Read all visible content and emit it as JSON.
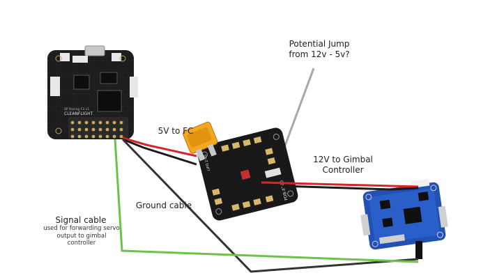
{
  "labels": {
    "potential_jump": "Potential Jump\nfrom 12v - 5v?",
    "fc_power": "5V to FC",
    "gimbal_power": "12V to Gimbal\nController",
    "ground": "Ground cable",
    "signal_title": "Signal cable",
    "signal_note": "used for forwarding servo\noutput to gimbal\ncontroller"
  },
  "board_markings": {
    "flight_controller": "CLEANFLIGHT",
    "flight_controller_sub": "SP Racing F3 v1",
    "pdb": "PDB-XT60",
    "pdb_lipo": "LIPO 2-4S"
  },
  "colors": {
    "wire_red": "#d8232a",
    "wire_black": "#1a1a1a",
    "wire_gray": "#333333",
    "wire_green": "#6cc24a",
    "pointer": "#a8a8a8",
    "fc_board": "#1b1b1b",
    "pdb_board": "#121212",
    "xt60": "#f5a623",
    "gimbal_board": "#2350b5"
  }
}
